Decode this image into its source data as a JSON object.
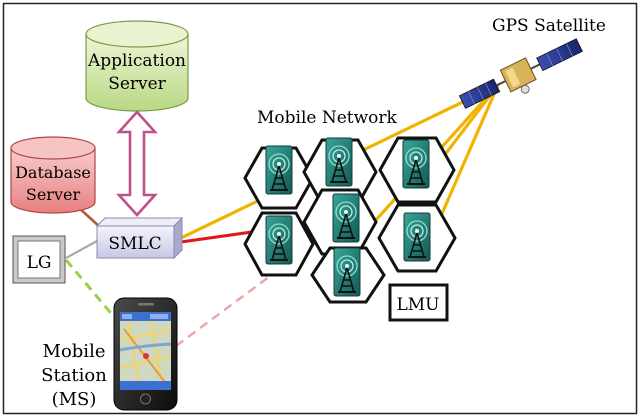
{
  "labels": {
    "app_server_line1": "Application",
    "app_server_line2": "Server",
    "db_server_line1": "Database",
    "db_server_line2": "Server",
    "smlc": "SMLC",
    "lg": "LG",
    "lmu": "LMU",
    "mobile_network": "Mobile Network",
    "gps_satellite": "GPS Satellite",
    "ms_line1": "Mobile",
    "ms_line2": "Station",
    "ms_line3": "(MS)"
  },
  "colors": {
    "app_server": "#d4e8a8",
    "db_server": "#f2a6a6",
    "smlc_box": "#dcdcf2",
    "double_arrow": "#c0508c",
    "gps_link": "#f0b400",
    "red_link": "#e01818",
    "ms_link_pink": "#f2a0a6",
    "ms_link_green": "#9ccf4a",
    "brown_link": "#b05a3a",
    "cell_outline": "#111111",
    "tower_panel": "#1f7c72"
  },
  "icons": {
    "phone": "smartphone-map-icon",
    "tower": "cell-tower-icon",
    "satellite": "satellite-icon"
  }
}
